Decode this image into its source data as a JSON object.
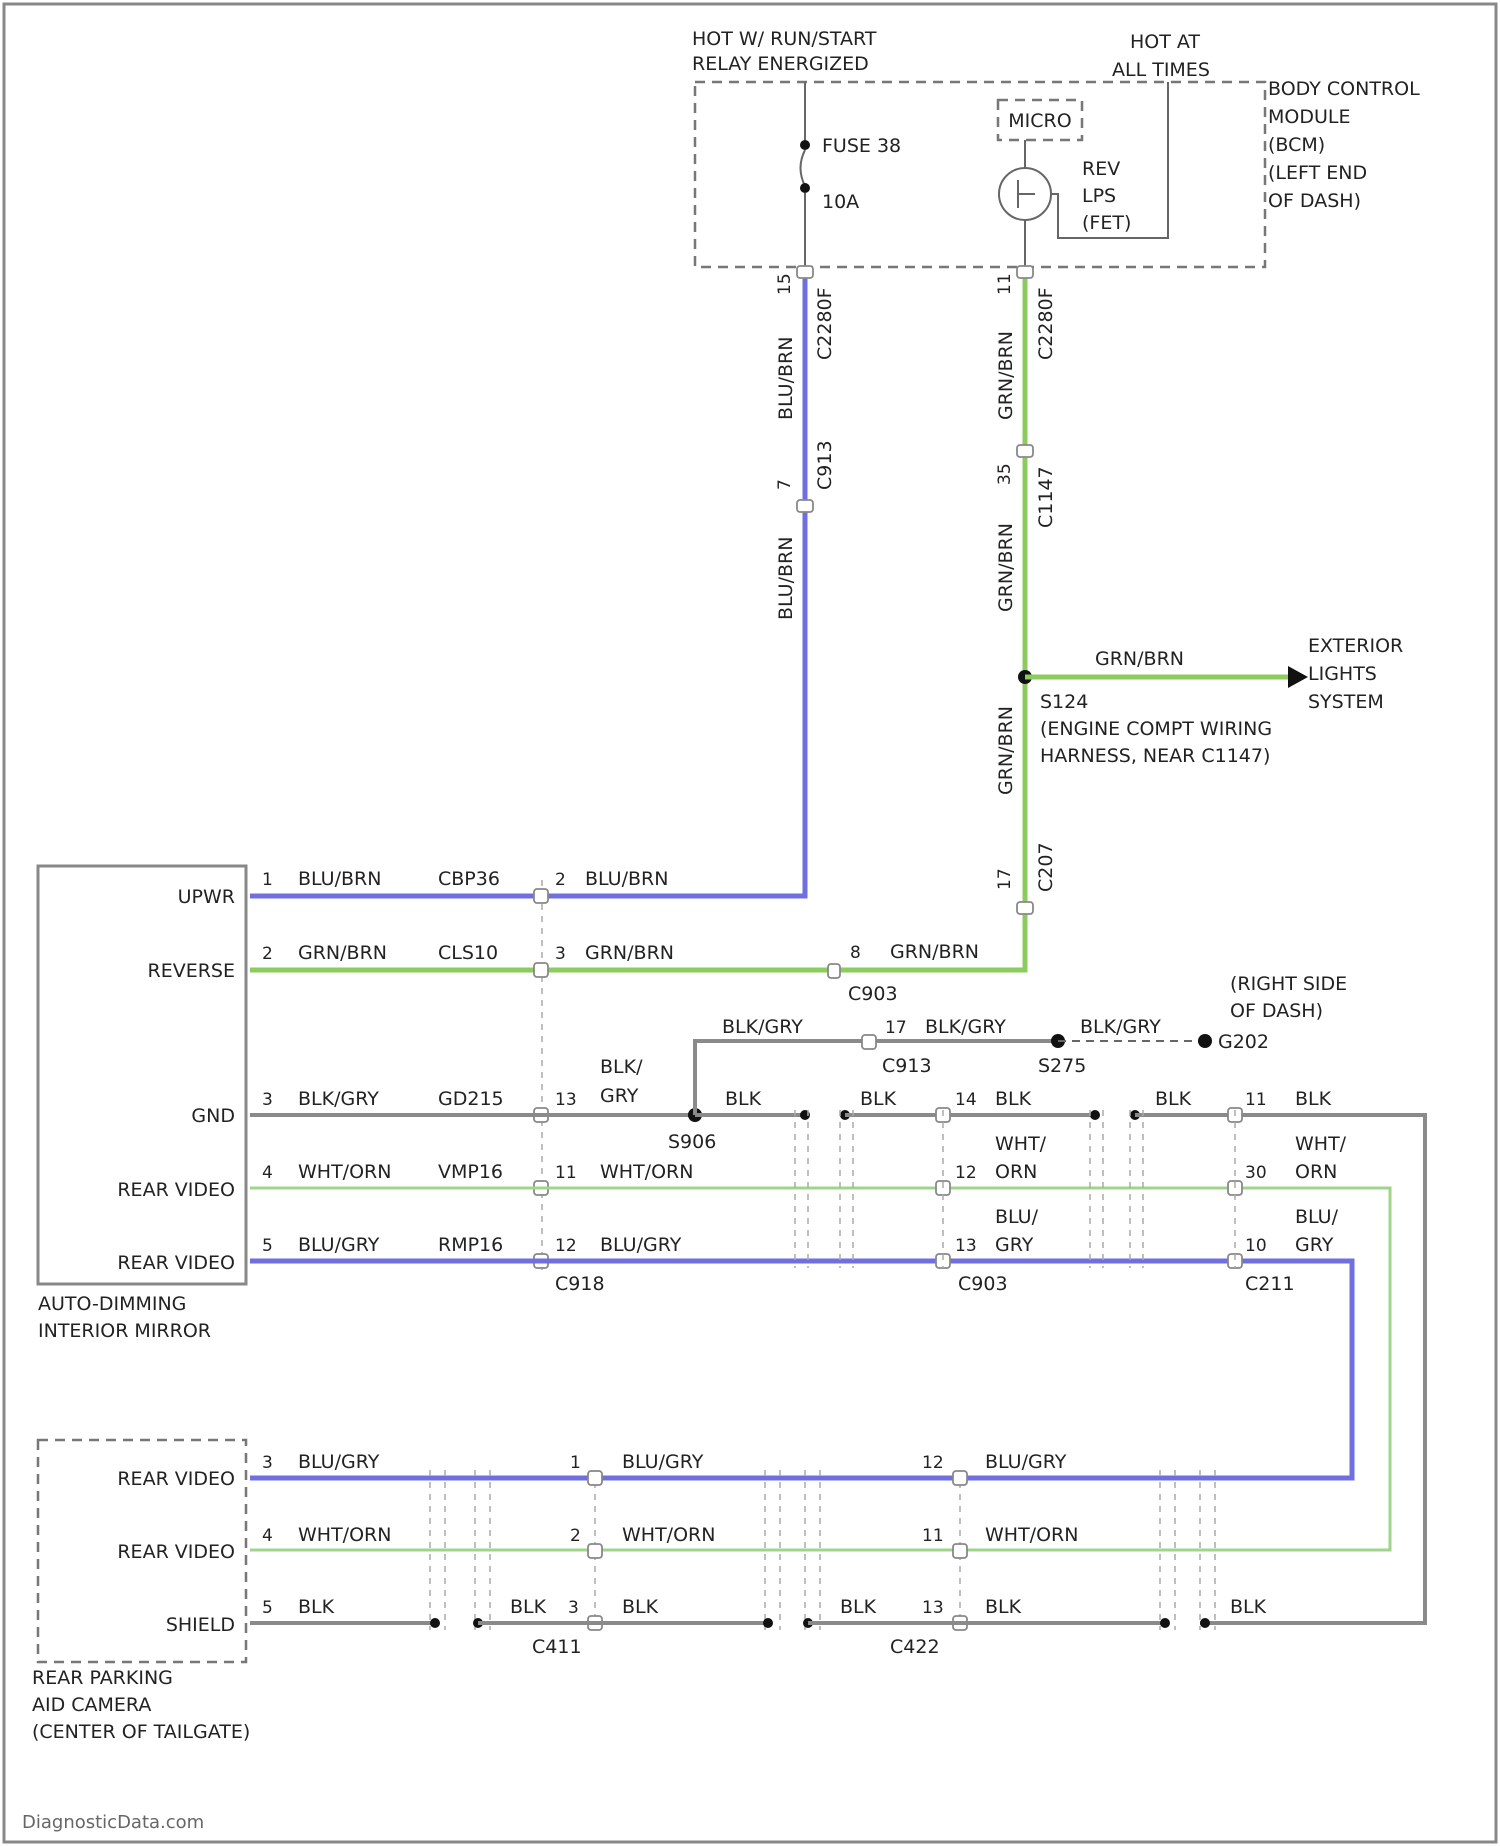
{
  "top": {
    "hot_run_start": [
      "HOT W/ RUN/START",
      "RELAY ENERGIZED"
    ],
    "hot_at_all_times": [
      "HOT AT",
      "ALL TIMES"
    ],
    "bcm": [
      "BODY CONTROL",
      "MODULE",
      "(BCM)",
      "(LEFT END",
      "OF DASH)"
    ],
    "fuse_name": "FUSE 38",
    "fuse_rating": "10A",
    "micro": "MICRO",
    "rev_lps": [
      "REV",
      "LPS",
      "(FET)"
    ]
  },
  "wires": {
    "blu_brn": "BLU/BRN",
    "grn_brn": "GRN/BRN",
    "blk_gry": "BLK/GRY",
    "blk": "BLK",
    "wht_orn": "WHT/ORN",
    "blu_gry": "BLU/GRY",
    "wht": "WHT/",
    "orn": "ORN",
    "blu": "BLU/",
    "gry": "GRY",
    "blk_split": "BLK/"
  },
  "connectors": {
    "c2280f": "C2280F",
    "c2280f_b": "C2280F",
    "c913": "C913",
    "c1147": "C1147",
    "c207": "C207",
    "c903": "C903",
    "c913b": "C913",
    "c918": "C918",
    "c903b": "C903",
    "c211": "C211",
    "c411": "C411",
    "c422": "C422",
    "cbp36": "CBP36",
    "cls10": "CLS10",
    "gd215": "GD215",
    "vmp16": "VMP16",
    "rmp16": "RMP16"
  },
  "pins": {
    "p15": "15",
    "p7": "7",
    "p11": "11",
    "p35": "35",
    "p17": "17",
    "m1": "1",
    "m2": "2",
    "m3": "3",
    "m4": "4",
    "m5": "5",
    "r2": "2",
    "r3": "3",
    "r8": "8",
    "r17": "17",
    "r13": "13",
    "r14": "14",
    "r11": "11",
    "r12": "12",
    "r13b": "13",
    "r12b": "12",
    "r30": "30",
    "r10": "10",
    "c3": "3",
    "c4": "4",
    "c5": "5",
    "s1": "1",
    "s2": "2",
    "s3": "3",
    "s12": "12",
    "s11": "11",
    "s13": "13"
  },
  "splices": {
    "s124": "S124",
    "s124_desc": [
      "(ENGINE COMPT WIRING",
      "HARNESS, NEAR C1147)"
    ],
    "s906": "S906",
    "s275": "S275",
    "g202": "G202",
    "g202_desc": [
      "(RIGHT SIDE",
      "OF DASH)"
    ]
  },
  "exterior": [
    "EXTERIOR",
    "LIGHTS",
    "SYSTEM"
  ],
  "mirror": {
    "pins": [
      "UPWR",
      "REVERSE",
      "GND",
      "REAR VIDEO",
      "REAR VIDEO"
    ],
    "name": [
      "AUTO-DIMMING",
      "INTERIOR MIRROR"
    ]
  },
  "camera": {
    "pins": [
      "REAR VIDEO",
      "REAR VIDEO",
      "SHIELD"
    ],
    "name": [
      "REAR PARKING",
      "AID CAMERA",
      "(CENTER OF TAILGATE)"
    ]
  },
  "watermark": "DiagnosticData.com",
  "colors": {
    "blu_brn": "#6f6fe0",
    "grn_brn": "#8ccb5e",
    "wht_orn": "#9fd58b",
    "blk": "#8a8a8a"
  }
}
